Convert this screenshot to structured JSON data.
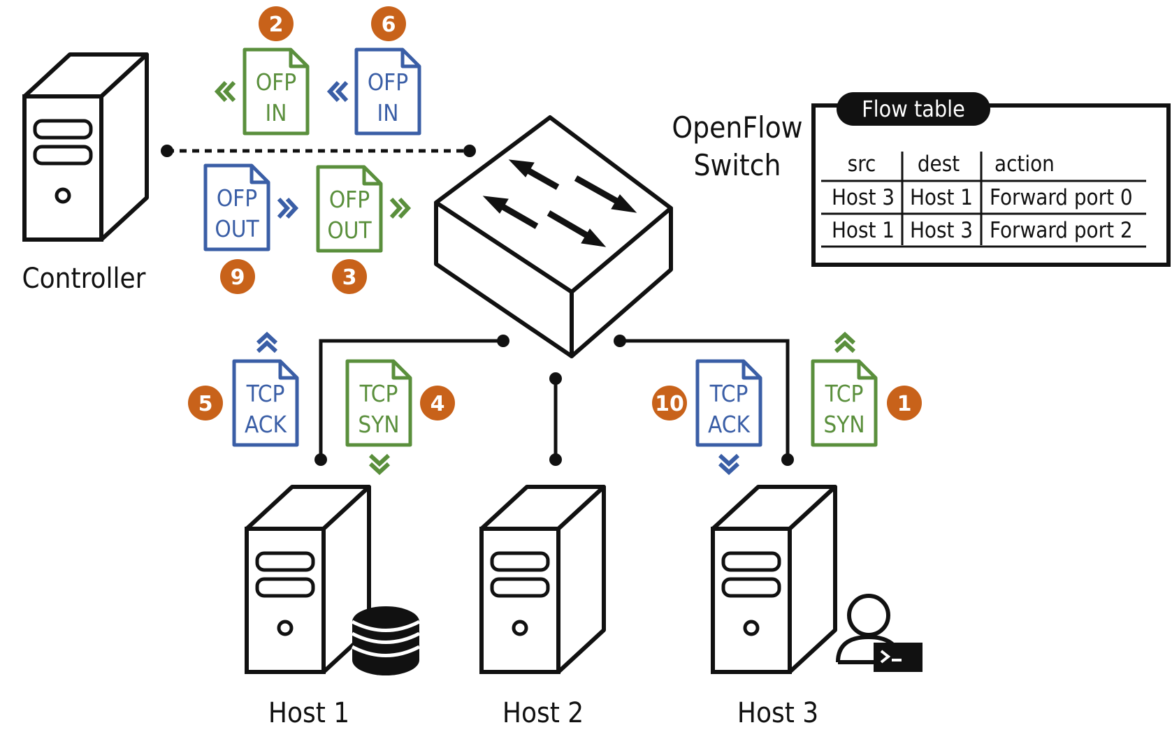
{
  "nodes": {
    "controller": "Controller",
    "switch_line1": "OpenFlow",
    "switch_line2": "Switch",
    "host1": "Host 1",
    "host2": "Host 2",
    "host3": "Host 3"
  },
  "messages": {
    "ofp_in_2": {
      "line1": "OFP",
      "line2": "IN",
      "step": "2"
    },
    "ofp_in_6": {
      "line1": "OFP",
      "line2": "IN",
      "step": "6"
    },
    "ofp_out_9": {
      "line1": "OFP",
      "line2": "OUT",
      "step": "9"
    },
    "ofp_out_3": {
      "line1": "OFP",
      "line2": "OUT",
      "step": "3"
    },
    "tcp_ack_5": {
      "line1": "TCP",
      "line2": "ACK",
      "step": "5"
    },
    "tcp_syn_4": {
      "line1": "TCP",
      "line2": "SYN",
      "step": "4"
    },
    "tcp_ack_10": {
      "line1": "TCP",
      "line2": "ACK",
      "step": "10"
    },
    "tcp_syn_1": {
      "line1": "TCP",
      "line2": "SYN",
      "step": "1"
    }
  },
  "flow_table": {
    "title": "Flow table",
    "headers": {
      "src": "src",
      "dest": "dest",
      "action": "action"
    },
    "rows": [
      {
        "src": "Host 3",
        "dest": "Host 1",
        "action": "Forward port 0"
      },
      {
        "src": "Host 1",
        "dest": "Host 3",
        "action": "Forward port 2"
      }
    ]
  },
  "colors": {
    "green": "#5a8f3c",
    "blue": "#3a5ea6",
    "badge": "#c8621a",
    "line": "#111111"
  },
  "icons": {
    "controller": "server-tower-icon",
    "switch": "network-switch-icon",
    "database": "database-icon",
    "user_terminal": "user-terminal-icon"
  }
}
